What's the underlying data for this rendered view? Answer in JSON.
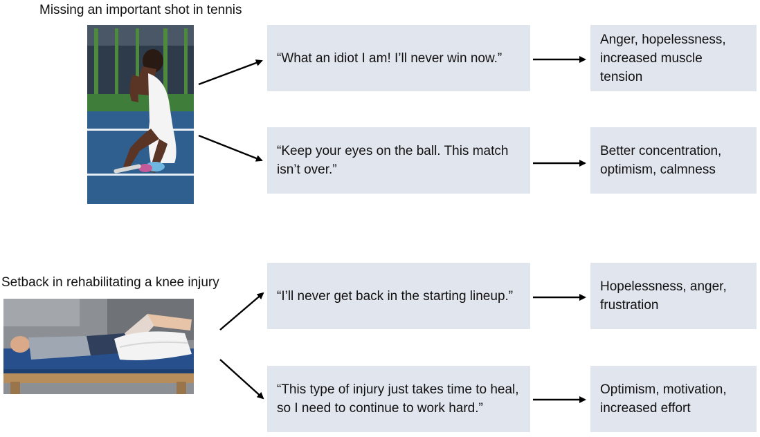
{
  "scenarios": [
    {
      "caption": "Missing an important shot in tennis",
      "branches": [
        {
          "thought": "“What an idiot I am! I’ll never win now.”",
          "outcome": "Anger, hopelessness, increased muscle tension"
        },
        {
          "thought": "“Keep your eyes on the ball. This match isn’t over.”",
          "outcome": "Better concentration, optimism, calmness"
        }
      ]
    },
    {
      "caption": "Setback in rehabilitating a knee injury",
      "branches": [
        {
          "thought": "“I’ll never get back in the starting lineup.”",
          "outcome": "Hopelessness, anger, frustration"
        },
        {
          "thought": "“This type of injury just takes time to heal, so I need to continue to work hard.”",
          "outcome": "Optimism, motivation, increased effort"
        }
      ]
    }
  ],
  "colors": {
    "box_fill": "#e1e5ee",
    "arrow": "#000000"
  }
}
